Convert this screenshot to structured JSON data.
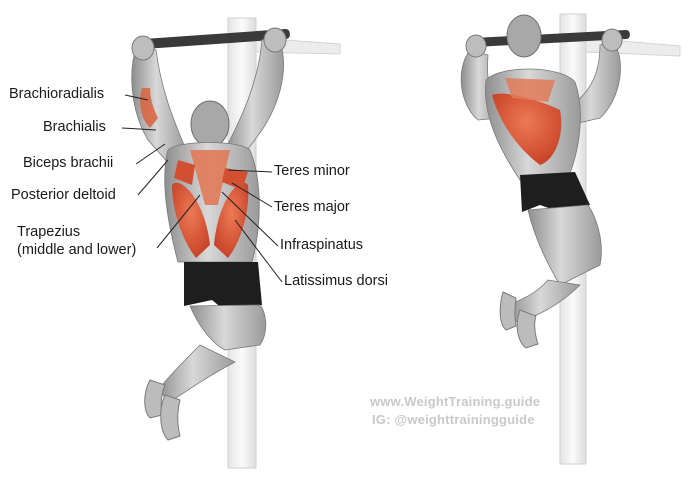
{
  "labels": {
    "brachioradialis": "Brachioradialis",
    "brachialis": "Brachialis",
    "biceps_brachii": "Biceps brachii",
    "posterior_deltoid": "Posterior deltoid",
    "trapezius_line1": "Trapezius",
    "trapezius_line2": "(middle and lower)",
    "teres_minor": "Teres minor",
    "teres_major": "Teres major",
    "infraspinatus": "Infraspinatus",
    "latissimus_dorsi": "Latissimus dorsi"
  },
  "watermark": {
    "line1": "www.WeightTraining.guide",
    "line2": "IG: @weighttrainingguide"
  },
  "colors": {
    "muscle_highlight": "#d9532f",
    "muscle_highlight_light": "#e8876a",
    "skin_gray": "#b9b9b9",
    "shorts": "#1e1e1e",
    "post": "#f2f2f2",
    "bar": "#3a3a3a"
  }
}
